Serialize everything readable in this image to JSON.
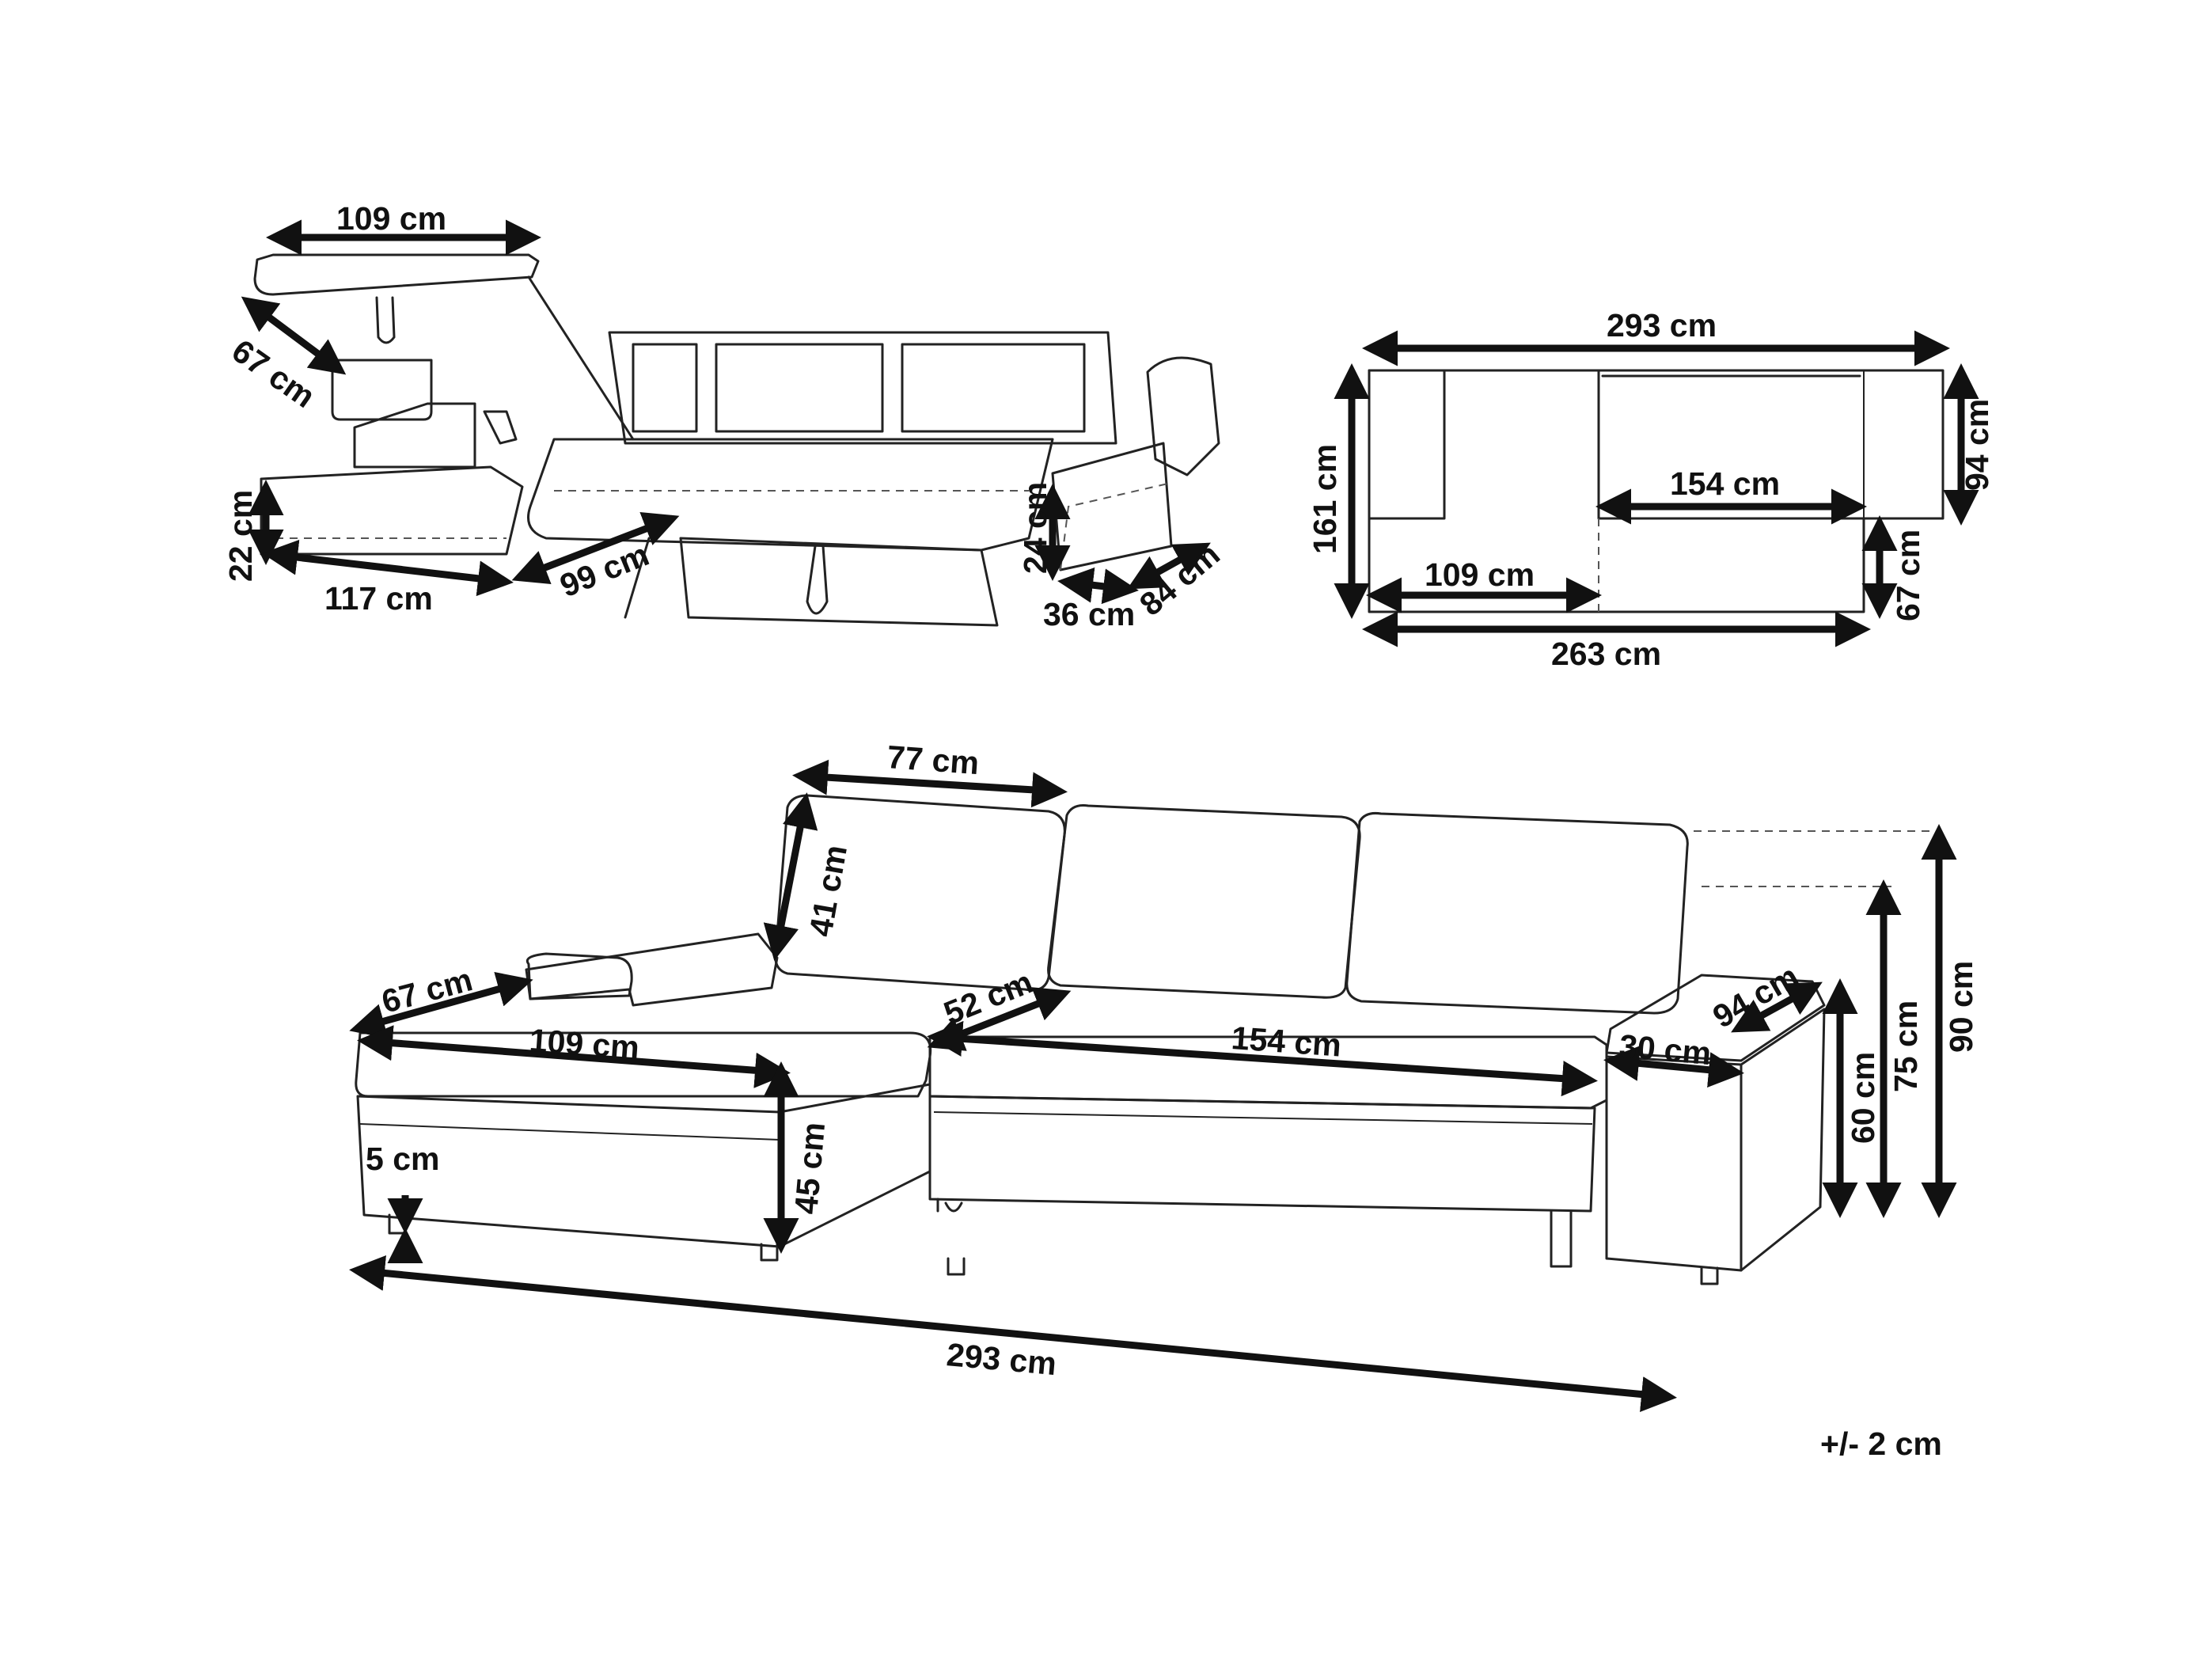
{
  "unit": "cm",
  "tolerance": "+/- 2 cm",
  "views": {
    "open": {
      "labels": [
        "109 cm",
        "67 cm",
        "22 cm",
        "117 cm",
        "99 cm",
        "24 cm",
        "36 cm",
        "84 cm"
      ]
    },
    "plan": {
      "labels": [
        "293 cm",
        "94 cm",
        "154 cm",
        "161 cm",
        "109 cm",
        "67 cm",
        "263 cm"
      ]
    },
    "front": {
      "labels": [
        "77 cm",
        "41 cm",
        "67 cm",
        "109 cm",
        "52 cm",
        "154 cm",
        "94 cm",
        "30 cm",
        "45 cm",
        "5 cm",
        "60 cm",
        "75 cm",
        "90 cm",
        "293 cm"
      ]
    }
  }
}
